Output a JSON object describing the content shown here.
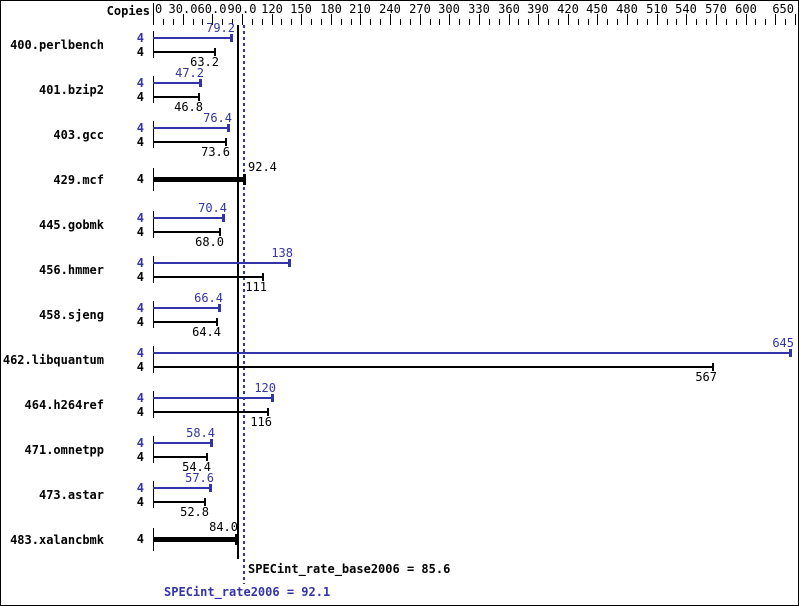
{
  "header": {
    "copies_label": "Copies"
  },
  "colors": {
    "peak_blue": "#3333aa",
    "base_black": "#000000",
    "background": "#ffffff"
  },
  "axis": {
    "min": 0,
    "max": 650,
    "minor_tick_step": 10,
    "major_tick_step": 30,
    "tick_labels": [
      {
        "value": 0,
        "text": "0"
      },
      {
        "value": 30,
        "text": "30.0"
      },
      {
        "value": 60,
        "text": "60.0"
      },
      {
        "value": 90,
        "text": "90.0"
      },
      {
        "value": 120,
        "text": "120"
      },
      {
        "value": 150,
        "text": "150"
      },
      {
        "value": 180,
        "text": "180"
      },
      {
        "value": 210,
        "text": "210"
      },
      {
        "value": 240,
        "text": "240"
      },
      {
        "value": 270,
        "text": "270"
      },
      {
        "value": 300,
        "text": "300"
      },
      {
        "value": 330,
        "text": "330"
      },
      {
        "value": 360,
        "text": "360"
      },
      {
        "value": 390,
        "text": "390"
      },
      {
        "value": 420,
        "text": "420"
      },
      {
        "value": 450,
        "text": "450"
      },
      {
        "value": 480,
        "text": "480"
      },
      {
        "value": 510,
        "text": "510"
      },
      {
        "value": 540,
        "text": "540"
      },
      {
        "value": 570,
        "text": "570"
      },
      {
        "value": 600,
        "text": "600"
      },
      {
        "value": 650,
        "text": "650"
      }
    ]
  },
  "footer": {
    "base_score_text": "SPECint_rate_base2006 = 85.6",
    "peak_score_text": "SPECint_rate2006 = 92.1"
  },
  "chart_data": {
    "type": "bar",
    "orientation": "horizontal",
    "title": "",
    "xlabel": "",
    "ylabel": "Copies",
    "xlim": [
      0,
      650
    ],
    "grid": false,
    "legend_position": "none",
    "base_score": 85.6,
    "peak_score": 92.1,
    "reference_lines": [
      {
        "name": "SPECint_rate_base2006",
        "value": 85.6,
        "style": "solid",
        "color": "#000000"
      },
      {
        "name": "SPECint_rate2006",
        "value": 92.1,
        "style": "dotted",
        "color": "#3333aa"
      }
    ],
    "categories": [
      "400.perlbench",
      "401.bzip2",
      "403.gcc",
      "429.mcf",
      "445.gobmk",
      "456.hmmer",
      "458.sjeng",
      "462.libquantum",
      "464.h264ref",
      "471.omnetpp",
      "473.astar",
      "483.xalancbmk"
    ],
    "series": [
      {
        "name": "SPECint_rate2006 (peak)",
        "color": "#3333aa",
        "values": [
          79.2,
          47.2,
          76.4,
          null,
          70.4,
          138,
          66.4,
          645,
          120,
          58.4,
          57.6,
          null
        ]
      },
      {
        "name": "SPECint_rate_base2006 (base)",
        "color": "#000000",
        "values": [
          63.2,
          46.8,
          73.6,
          92.4,
          68.0,
          111,
          64.4,
          567,
          116,
          54.4,
          52.8,
          84.0
        ]
      }
    ],
    "rows": [
      {
        "name": "400.perlbench",
        "copies": "4",
        "single": false,
        "peak": 79.2,
        "base": 63.2,
        "peak_label": "79.2",
        "base_label": "63.2"
      },
      {
        "name": "401.bzip2",
        "copies": "4",
        "single": false,
        "peak": 47.2,
        "base": 46.8,
        "peak_label": "47.2",
        "base_label": "46.8"
      },
      {
        "name": "403.gcc",
        "copies": "4",
        "single": false,
        "peak": 76.4,
        "base": 73.6,
        "peak_label": "76.4",
        "base_label": "73.6"
      },
      {
        "name": "429.mcf",
        "copies": "4",
        "single": true,
        "peak": null,
        "base": 92.4,
        "peak_label": "",
        "base_label": "92.4"
      },
      {
        "name": "445.gobmk",
        "copies": "4",
        "single": false,
        "peak": 70.4,
        "base": 68.0,
        "peak_label": "70.4",
        "base_label": "68.0"
      },
      {
        "name": "456.hmmer",
        "copies": "4",
        "single": false,
        "peak": 138,
        "base": 111,
        "peak_label": "138",
        "base_label": "111"
      },
      {
        "name": "458.sjeng",
        "copies": "4",
        "single": false,
        "peak": 66.4,
        "base": 64.4,
        "peak_label": "66.4",
        "base_label": "64.4"
      },
      {
        "name": "462.libquantum",
        "copies": "4",
        "single": false,
        "peak": 645,
        "base": 567,
        "peak_label": "645",
        "base_label": "567"
      },
      {
        "name": "464.h264ref",
        "copies": "4",
        "single": false,
        "peak": 120,
        "base": 116,
        "peak_label": "120",
        "base_label": "116"
      },
      {
        "name": "471.omnetpp",
        "copies": "4",
        "single": false,
        "peak": 58.4,
        "base": 54.4,
        "peak_label": "58.4",
        "base_label": "54.4"
      },
      {
        "name": "473.astar",
        "copies": "4",
        "single": false,
        "peak": 57.6,
        "base": 52.8,
        "peak_label": "57.6",
        "base_label": "52.8"
      },
      {
        "name": "483.xalancbmk",
        "copies": "4",
        "single": true,
        "peak": null,
        "base": 84.0,
        "peak_label": "",
        "base_label": "84.0"
      }
    ]
  }
}
